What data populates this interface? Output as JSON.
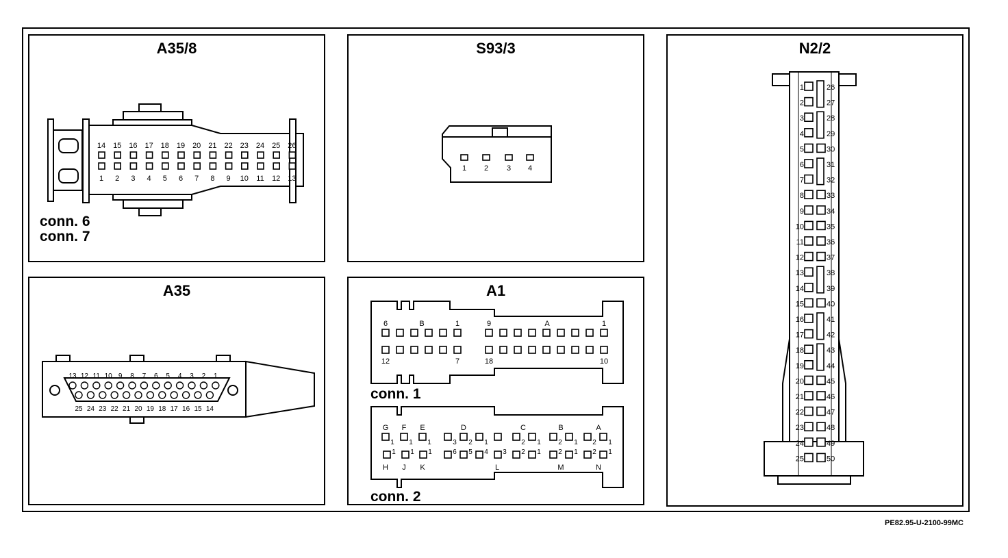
{
  "figure_id": "PE82.95-U-2100-99MC",
  "panels": {
    "a35_8": {
      "title": "A35/8",
      "conn_labels": [
        "conn. 6",
        "conn. 7"
      ],
      "top_row": [
        "14",
        "15",
        "16",
        "17",
        "18",
        "19",
        "20",
        "21",
        "22",
        "23",
        "24",
        "25",
        "26"
      ],
      "bottom_row": [
        "1",
        "2",
        "3",
        "4",
        "5",
        "6",
        "7",
        "8",
        "9",
        "10",
        "11",
        "12",
        "13"
      ]
    },
    "s93_3": {
      "title": "S93/3",
      "pins": [
        "1",
        "2",
        "3",
        "4"
      ]
    },
    "n2_2": {
      "title": "N2/2",
      "left": [
        "1",
        "2",
        "3",
        "4",
        "5",
        "6",
        "7",
        "8",
        "9",
        "10",
        "11",
        "12",
        "13",
        "14",
        "15",
        "16",
        "17",
        "18",
        "19",
        "20",
        "21",
        "22",
        "23",
        "24",
        "25"
      ],
      "right": [
        "26",
        "27",
        "28",
        "29",
        "30",
        "31",
        "32",
        "33",
        "34",
        "35",
        "36",
        "37",
        "38",
        "39",
        "40",
        "41",
        "42",
        "43",
        "44",
        "45",
        "46",
        "47",
        "48",
        "49",
        "50"
      ]
    },
    "a35": {
      "title": "A35",
      "top_row": [
        "13",
        "12",
        "11",
        "10",
        "9",
        "8",
        "7",
        "6",
        "5",
        "4",
        "3",
        "2",
        "1"
      ],
      "bottom_row": [
        "25",
        "24",
        "23",
        "22",
        "21",
        "20",
        "19",
        "18",
        "17",
        "16",
        "15",
        "14"
      ]
    },
    "a1": {
      "title": "A1",
      "conn1": {
        "label": "conn. 1",
        "letters": [
          "B",
          "A"
        ],
        "top_nums": [
          "6",
          "1",
          "9",
          "1"
        ],
        "bottom_nums": [
          "12",
          "7",
          "18",
          "10"
        ]
      },
      "conn2": {
        "label": "conn. 2",
        "top_letters": [
          "G",
          "F",
          "E",
          "D",
          "C",
          "B",
          "A"
        ],
        "bottom_letters": [
          "H",
          "J",
          "K",
          "L",
          "M",
          "N"
        ],
        "pin_labels": {
          "top": [
            "1",
            "1",
            "1",
            "3",
            "2",
            "1",
            "2",
            "1",
            "2",
            "1",
            "2",
            "1"
          ],
          "bottom": [
            "1",
            "1",
            "1",
            "6",
            "5",
            "4",
            "3",
            "2",
            "1",
            "2",
            "1",
            "2",
            "1"
          ]
        }
      }
    }
  }
}
